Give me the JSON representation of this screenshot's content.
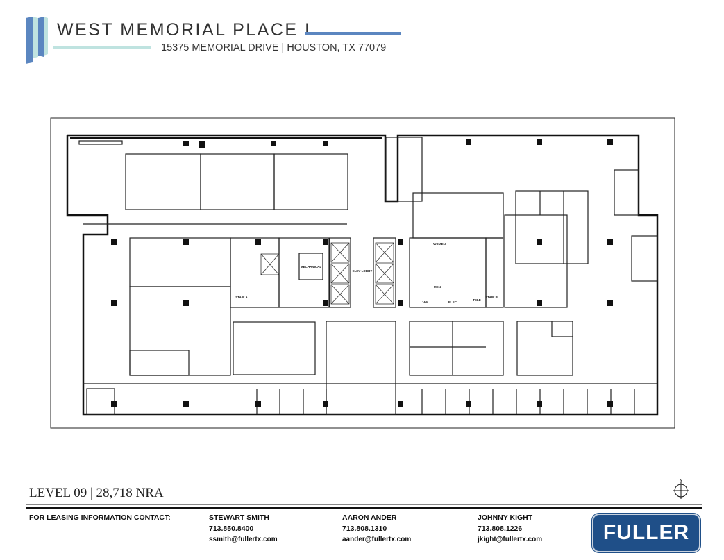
{
  "header": {
    "title": "WEST MEMORIAL PLACE I",
    "address": "15375 MEMORIAL DRIVE | HOUSTON, TX 77079",
    "accent_blue": "#5b86c0",
    "accent_teal": "#bfe3e0"
  },
  "floorplan": {
    "labels": {
      "mechanical": "MECHANICAL",
      "elev_lobby": "ELEV LOBBY",
      "women": "WOMEN",
      "men": "MEN",
      "stair_a": "STAIR A",
      "stair_b": "STAIR B",
      "jan": "JAN",
      "elec": "ELEC",
      "tele": "TELE"
    },
    "north_arrow": "N"
  },
  "footer": {
    "level": "LEVEL 09 | 28,718 NRA",
    "contact_label": "FOR LEASING INFORMATION CONTACT:",
    "contacts": [
      {
        "name": "STEWART SMITH",
        "phone": "713.850.8400",
        "email": "ssmith@fullertx.com"
      },
      {
        "name": "AARON ANDER",
        "phone": "713.808.1310",
        "email": "aander@fullertx.com"
      },
      {
        "name": "JOHNNY KIGHT",
        "phone": "713.808.1226",
        "email": "jkight@fullertx.com"
      }
    ],
    "logo": "FULLER",
    "logo_color": "#1f4f88"
  }
}
